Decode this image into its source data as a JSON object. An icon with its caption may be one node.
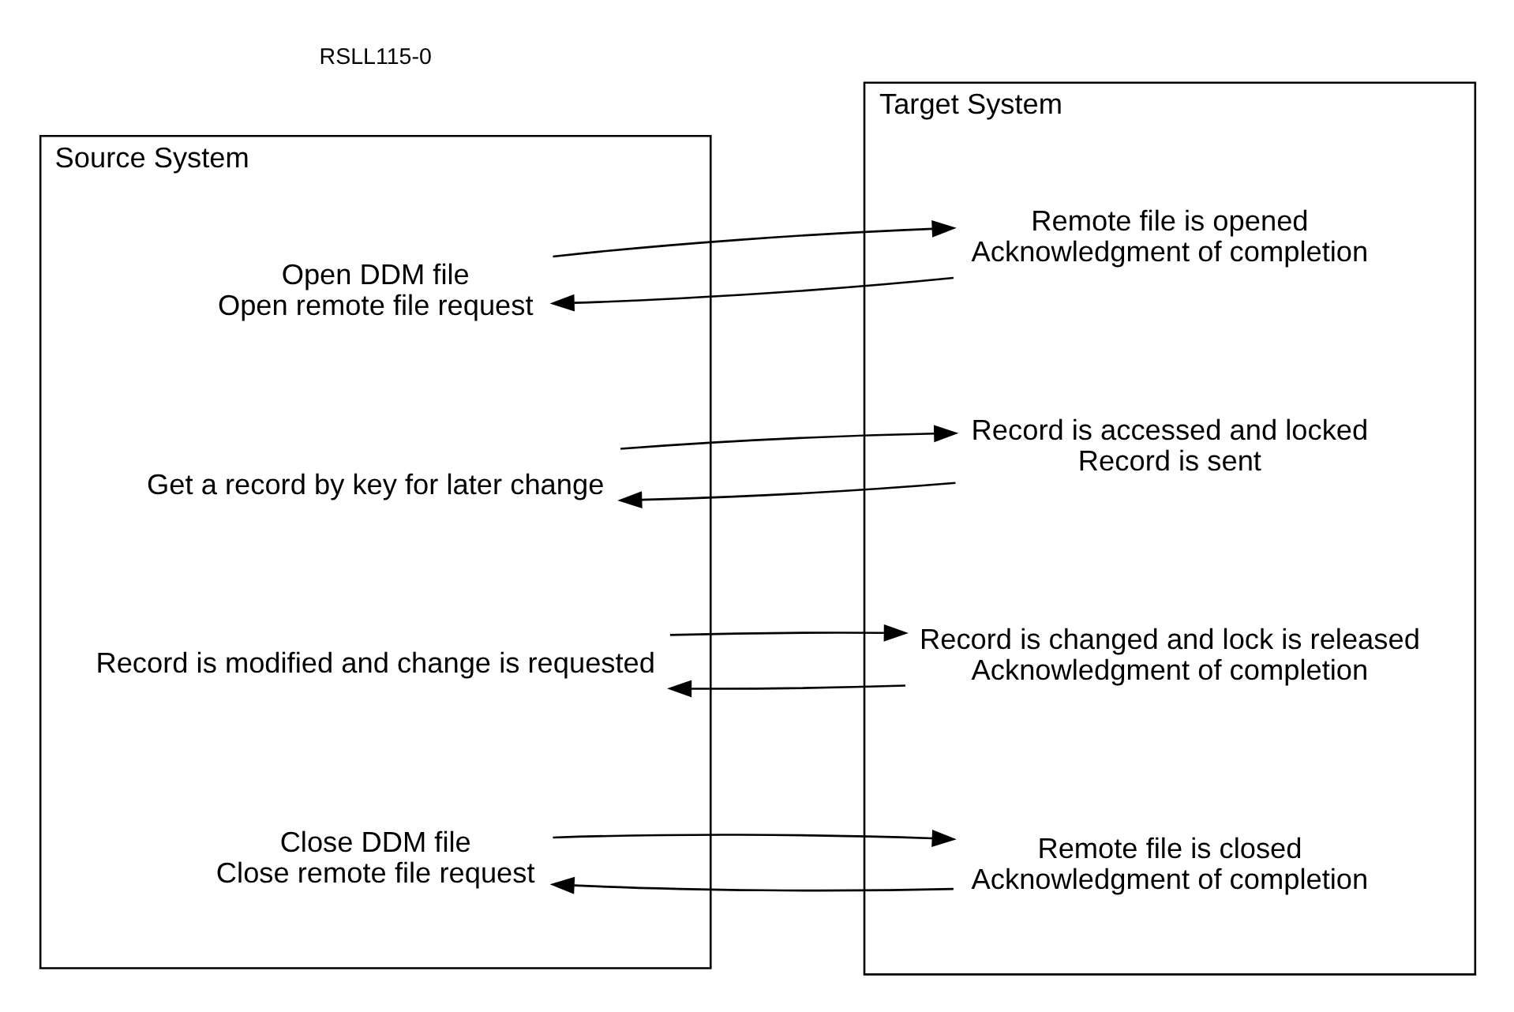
{
  "diagram": {
    "nodes": [
      {
        "text": [
          "Source System"
        ]
      },
      {
        "text": [
          "Open DDM file",
          "Open remote file request"
        ],
        "in": 0
      },
      {
        "text": [
          "Get a record by key for later change"
        ],
        "in": 0
      },
      {
        "text": [
          "Record is modified and change is requested"
        ],
        "in": 0
      },
      {
        "text": [
          "Close DDM file",
          "Close remote file request"
        ],
        "in": 0
      },
      {
        "text": [
          "Target System"
        ]
      },
      {
        "text": [
          "Remote file is opened",
          "Acknowledgment of completion"
        ],
        "in": 5
      },
      {
        "text": [
          "Record is accessed and locked",
          "Record is sent"
        ],
        "in": 5
      },
      {
        "text": [
          "Record is changed and lock is released",
          "Acknowledgment of completion"
        ],
        "in": 5
      },
      {
        "text": [
          "Remote file is closed",
          "Acknowledgment of completion"
        ],
        "in": 5
      }
    ],
    "edges": [
      {
        "from": 1,
        "to": 6,
        "arrow": "to"
      },
      {
        "from": 6,
        "to": 1,
        "arrow": "to"
      },
      {
        "from": 2,
        "to": 7,
        "arrow": "to"
      },
      {
        "from": 7,
        "to": 2,
        "arrow": "to"
      },
      {
        "from": 3,
        "to": 8,
        "arrow": "to"
      },
      {
        "from": 8,
        "to": 3,
        "arrow": "to"
      },
      {
        "from": 4,
        "to": 9,
        "arrow": "to"
      },
      {
        "from": 9,
        "to": 4,
        "arrow": "to"
      }
    ],
    "labels": [
      "RSLL115-0"
    ]
  }
}
